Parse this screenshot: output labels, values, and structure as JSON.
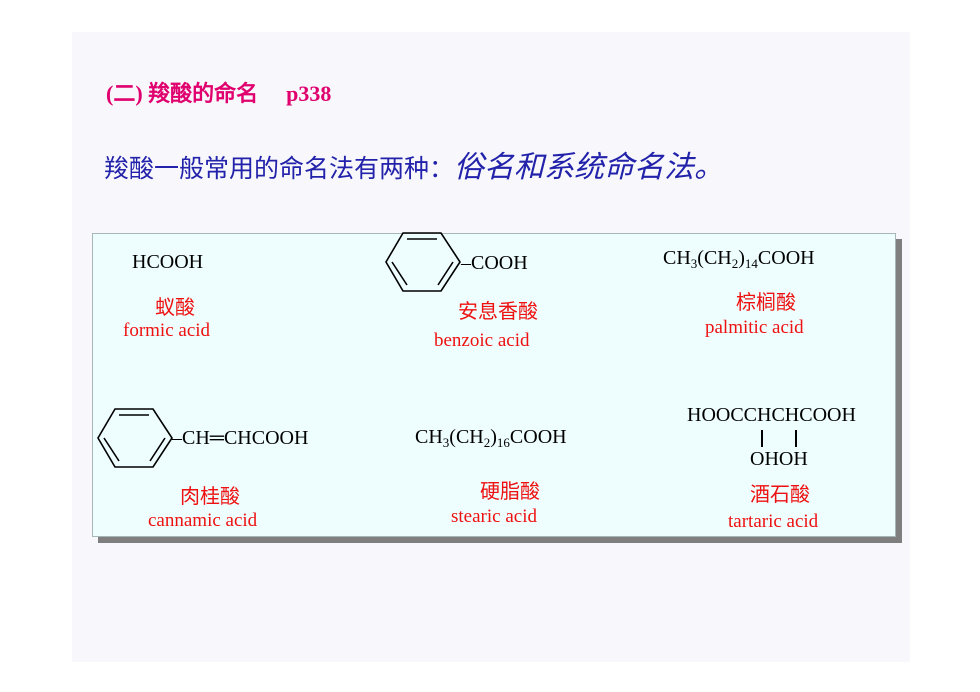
{
  "slide": {
    "title": "(二) 羧酸的命名",
    "page_ref": "p338",
    "intro_text": "羧酸一般常用的命名法有两种：",
    "intro_emphasis": "俗名和系统命名法。"
  },
  "acids": {
    "formic": {
      "formula": "HCOOH",
      "cn": "蚁酸",
      "en": "formic acid"
    },
    "benzoic": {
      "group": "COOH",
      "cn": "安息香酸",
      "en": "benzoic acid"
    },
    "palmitic": {
      "f1": "CH",
      "s1": "3",
      "f2": "(CH",
      "s2": "2",
      "f3": ")",
      "s3": "14",
      "f4": "COOH",
      "cn": "棕榈酸",
      "en": "palmitic acid"
    },
    "cinnamic": {
      "group": "CH═CHCOOH",
      "cn": "肉桂酸",
      "en": "cannamic acid"
    },
    "stearic": {
      "f1": "CH",
      "s1": "3",
      "f2": "(CH",
      "s2": "2",
      "f3": ")",
      "s3": "16",
      "f4": "COOH",
      "cn": "硬脂酸",
      "en": "stearic acid"
    },
    "tartaric": {
      "formula": "HOOCCHCHCOOH",
      "sub": "OHOH",
      "cn": "酒石酸",
      "en": "tartaric acid"
    }
  },
  "icons": [
    "benzene-ring-icon"
  ],
  "colors": {
    "title": "#e0006e",
    "intro": "#2222aa",
    "name": "#ee1111",
    "panel": "#eefdfe"
  }
}
